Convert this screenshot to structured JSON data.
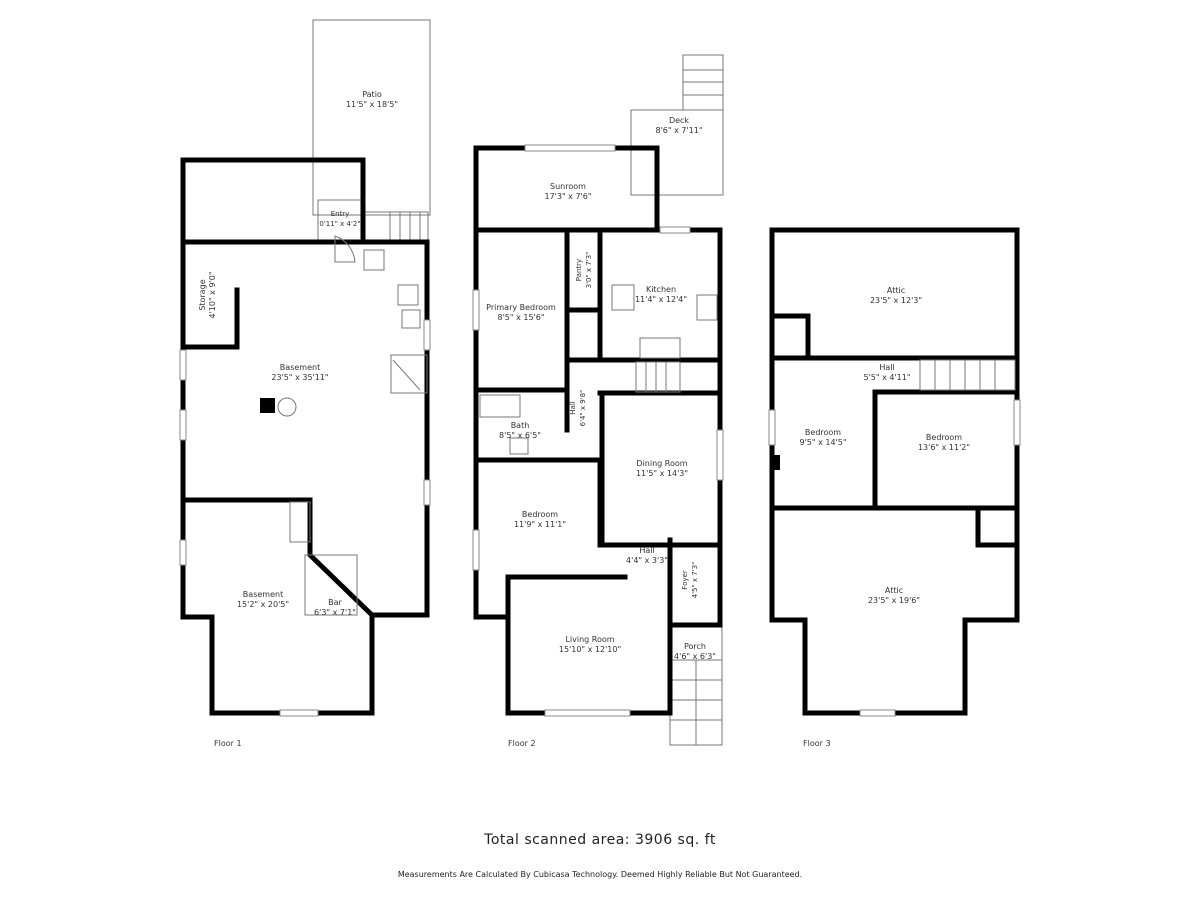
{
  "floors": [
    {
      "label": "Floor 1",
      "rooms": [
        {
          "name": "Patio",
          "size": "11'5\" x 18'5\""
        },
        {
          "name": "Entry",
          "size": "0'11\" x 4'2\""
        },
        {
          "name": "Storage",
          "size": "4'10\" x 9'0\""
        },
        {
          "name": "Basement",
          "size": "23'5\" x 35'11\""
        },
        {
          "name": "Basement",
          "size": "15'2\" x 20'5\""
        },
        {
          "name": "Bar",
          "size": "6'3\" x 7'1\""
        }
      ]
    },
    {
      "label": "Floor 2",
      "rooms": [
        {
          "name": "Deck",
          "size": "8'6\" x 7'11\""
        },
        {
          "name": "Sunroom",
          "size": "17'3\" x 7'6\""
        },
        {
          "name": "Pantry",
          "size": "3'0\" x 7'3\""
        },
        {
          "name": "Kitchen",
          "size": "11'4\" x 12'4\""
        },
        {
          "name": "Primary Bedroom",
          "size": "8'5\" x 15'6\""
        },
        {
          "name": "Hall",
          "size": "6'4\" x 9'8\""
        },
        {
          "name": "Bath",
          "size": "8'5\" x 6'5\""
        },
        {
          "name": "Dining Room",
          "size": "11'5\" x 14'3\""
        },
        {
          "name": "Bedroom",
          "size": "11'9\" x 11'1\""
        },
        {
          "name": "Hall",
          "size": "4'4\" x 3'3\""
        },
        {
          "name": "Foyer",
          "size": "4'5\" x 7'3\""
        },
        {
          "name": "Living Room",
          "size": "15'10\" x 12'10\""
        },
        {
          "name": "Porch",
          "size": "4'6\" x 6'3\""
        }
      ]
    },
    {
      "label": "Floor 3",
      "rooms": [
        {
          "name": "Attic",
          "size": "23'5\" x 12'3\""
        },
        {
          "name": "Hall",
          "size": "5'5\" x 4'11\""
        },
        {
          "name": "Bedroom",
          "size": "9'5\" x 14'5\""
        },
        {
          "name": "Bedroom",
          "size": "13'6\" x 11'2\""
        },
        {
          "name": "Attic",
          "size": "23'5\" x 19'6\""
        }
      ]
    }
  ],
  "total_area": "Total scanned area: 3906 sq. ft",
  "disclaimer": "Measurements Are Calculated By Cubicasa Technology. Deemed Highly Reliable But Not Guaranteed."
}
